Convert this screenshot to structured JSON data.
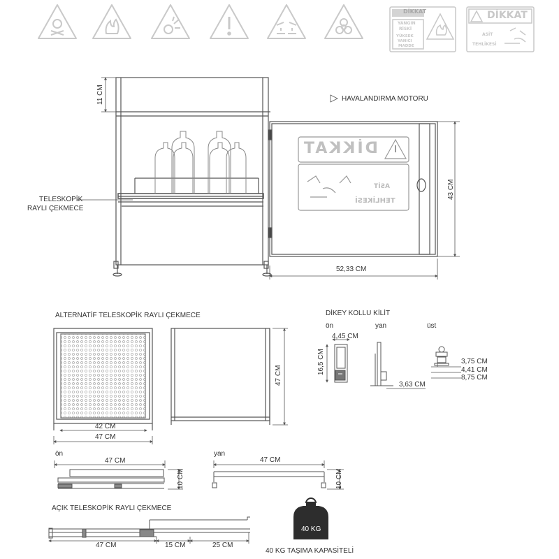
{
  "signs": {
    "sign1": {
      "title": "DİKKAT",
      "line1": "YANGIN",
      "line2": "RİSKİ",
      "line3": "YÜKSEK",
      "line4": "YANICI",
      "line5": "MADDE"
    },
    "sign2": {
      "title": "DİKKAT",
      "line1": "ASİT",
      "line2": "TEHLİKESİ"
    }
  },
  "cabinet": {
    "label_motor": "HAVALANDIRMA MOTORU",
    "label_drawer_1": "TELESKOPİK",
    "label_drawer_2": "RAYLI ÇEKMECE",
    "dim_top": "11 CM",
    "dim_height": "43 CM",
    "dim_width": "52,33 CM",
    "door_sign": {
      "title": "DİKKAT",
      "line1": "ASİT",
      "line2": "TEHLİKESİ"
    }
  },
  "alt_drawer": {
    "title": "ALTERNATİF TELESKOPİK RAYLI ÇEKMECE",
    "dim_inner": "42 CM",
    "dim_outer": "47 CM",
    "dim_depth": "47 CM"
  },
  "lock": {
    "title": "DİKEY KOLLU KİLİT",
    "view_front": "ön",
    "view_side": "yan",
    "view_top": "üst",
    "dim_width": "4,45 CM",
    "dim_height": "16,5 CM",
    "dim_side": "3,63 CM",
    "dim_top1": "3,75 CM",
    "dim_top2": "4,41 CM",
    "dim_top3": "8,75 CM"
  },
  "rails": {
    "view_front": "ön",
    "view_side": "yan",
    "dim_front_len": "47 CM",
    "dim_front_h": "10 CM",
    "dim_side_len": "47 CM",
    "dim_side_h": "10 CM"
  },
  "open_drawer": {
    "title": "AÇIK TELESKOPİK RAYLI ÇEKMECE",
    "dim_a": "47 CM",
    "dim_b": "15 CM",
    "dim_c": "25 CM"
  },
  "weight": {
    "value": "40 KG",
    "caption": "40 KG TAŞIMA KAPASİTELİ"
  }
}
